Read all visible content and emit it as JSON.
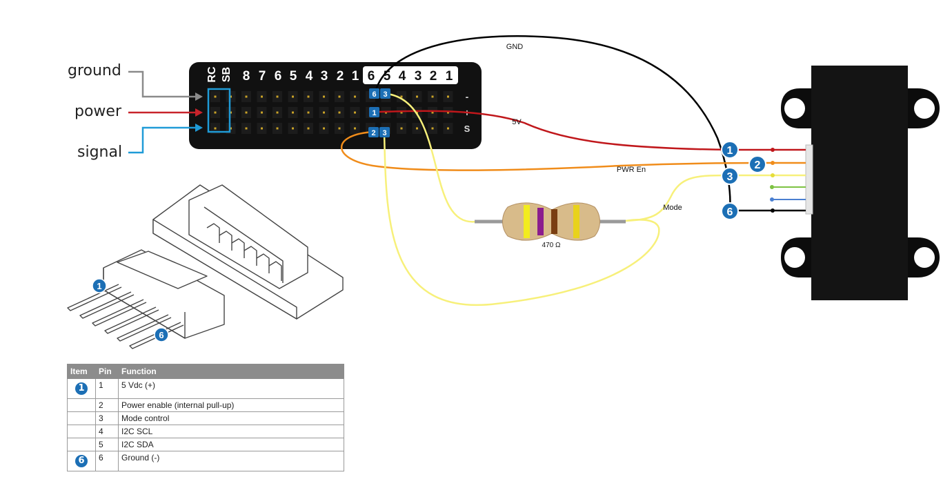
{
  "header_labels": {
    "rc": "RC",
    "sb": "SB"
  },
  "left_numbers": [
    "8",
    "7",
    "6",
    "5",
    "4",
    "3",
    "2",
    "1"
  ],
  "right_numbers": [
    "6",
    "5",
    "4",
    "3",
    "2",
    "1"
  ],
  "rail_symbols": {
    "minus": "-",
    "plus": "+",
    "signal": "S"
  },
  "legend": {
    "ground": "ground",
    "power": "power",
    "signal": "signal"
  },
  "pin_tags": {
    "gnd_tag": "6",
    "mode_tag_top": "3",
    "power_tag": "1",
    "pwr_en_tag": "2",
    "mode_tag_bottom": "3"
  },
  "wire_labels": {
    "gnd": "GND",
    "v5": "5V",
    "pwr_en": "PWR En",
    "mode": "Mode"
  },
  "resistor_label": "470 Ω",
  "sensor_badges": {
    "one": "1",
    "two": "2",
    "three": "3",
    "six": "6"
  },
  "connector_badges": {
    "one": "1",
    "six": "6"
  },
  "colors": {
    "ground_wire": "#000000",
    "power_wire": "#c0171b",
    "pwr_en_wire": "#f08c1a",
    "mode_wire": "#f7f07a",
    "badge_blue": "#1c6fb5",
    "legend_gray": "#8a8a8a",
    "legend_red": "#c8232b",
    "legend_blue": "#1f9bd7"
  },
  "table": {
    "headers": [
      "Item",
      "Pin",
      "Function"
    ],
    "rows": [
      {
        "item": "1",
        "pin": "1",
        "function": "5 Vdc (+)"
      },
      {
        "item": "",
        "pin": "2",
        "function": "Power enable (internal pull-up)"
      },
      {
        "item": "",
        "pin": "3",
        "function": "Mode control"
      },
      {
        "item": "",
        "pin": "4",
        "function": "I2C SCL"
      },
      {
        "item": "",
        "pin": "5",
        "function": "I2C SDA"
      },
      {
        "item": "6",
        "pin": "6",
        "function": "Ground (-)"
      }
    ]
  }
}
